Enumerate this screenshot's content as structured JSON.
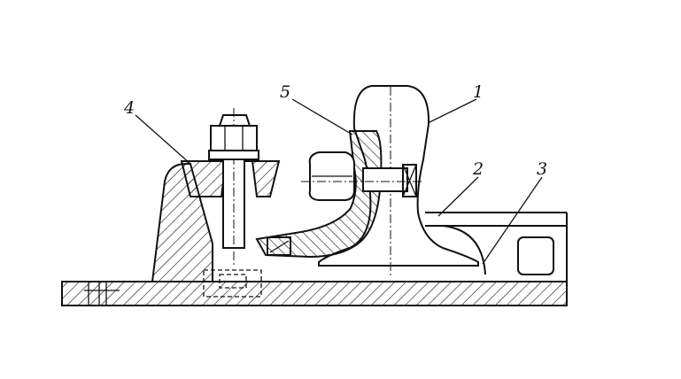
{
  "callouts": {
    "rail": "1",
    "pad": "2",
    "base_plate": "3",
    "bolt_block": "4",
    "clamp": "5"
  },
  "colors": {
    "ink": "#111111",
    "paper": "#ffffff"
  }
}
